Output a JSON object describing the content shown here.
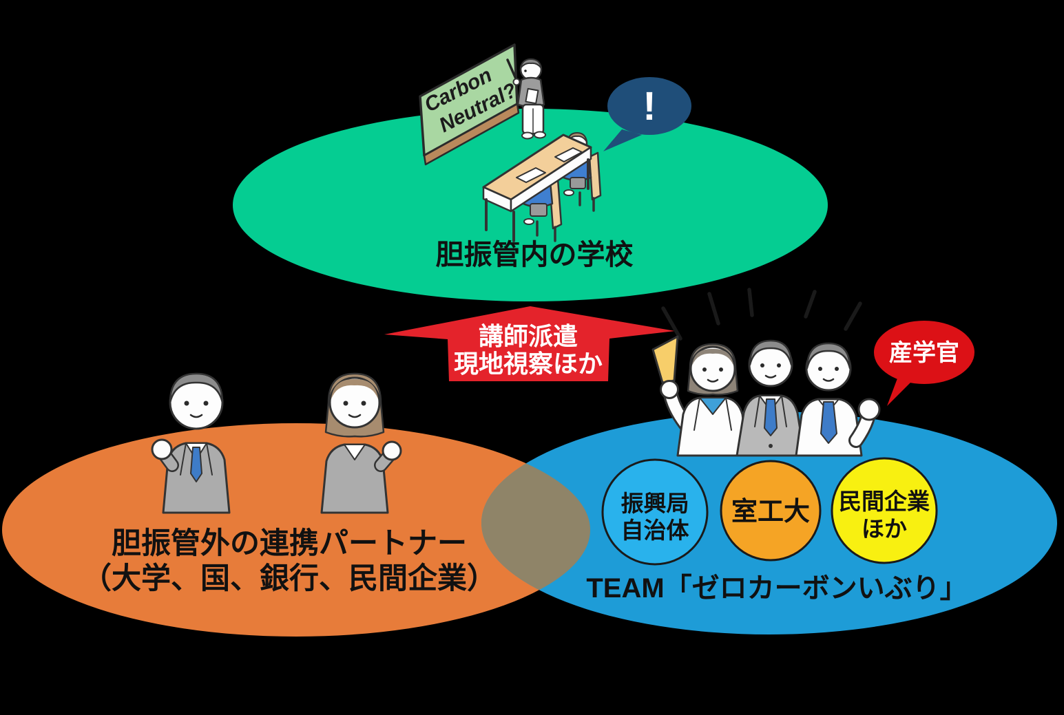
{
  "colors": {
    "background": "#000000",
    "green_zone": "#05CD92",
    "orange_zone": "#E77C3A",
    "blue_zone": "#1E9CD7",
    "overlap": "#8F8468",
    "arrow_red": "#E4232B",
    "alert_navy": "#1F4E79",
    "bubble_red": "#DC1116",
    "board_green": "#A9D7A2"
  },
  "school_zone": {
    "label": "胆振管内の学校",
    "alert": "!"
  },
  "blackboard": {
    "line1": "Carbon",
    "line2": "Neutral?"
  },
  "arrow": {
    "line1": "講師派遣",
    "line2": "現地視察ほか"
  },
  "partner_zone": {
    "line1": "胆振管外の連携パートナー",
    "line2": "（大学、国、銀行、民間企業）"
  },
  "team_zone": {
    "label": "TEAM「ゼロカーボンいぶり」",
    "bubble": "産学官",
    "circles": [
      {
        "line1": "振興局",
        "line2": "自治体",
        "color": "#29B2EC"
      },
      {
        "line1": "室工大",
        "color": "#F5A425"
      },
      {
        "line1": "民間企業",
        "line2": "ほか",
        "color": "#F8F011"
      }
    ]
  }
}
